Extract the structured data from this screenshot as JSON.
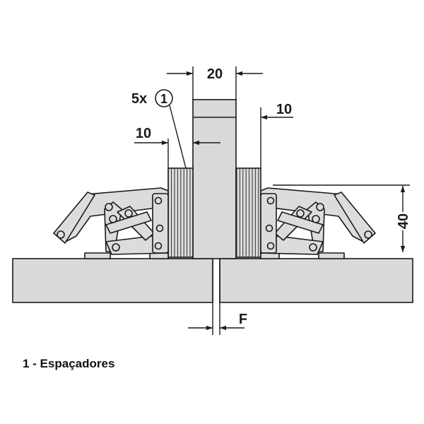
{
  "dimensions": {
    "top_width": "20",
    "right_offset": "10",
    "left_offset": "10",
    "height": "40",
    "gap": "F"
  },
  "callout": {
    "multiplier": "5x",
    "number": "1"
  },
  "legend": {
    "text": "1 - Espaçadores"
  },
  "colors": {
    "panel_fill": "#d9d9d9",
    "outline": "#1a1a1a",
    "background": "#ffffff"
  }
}
